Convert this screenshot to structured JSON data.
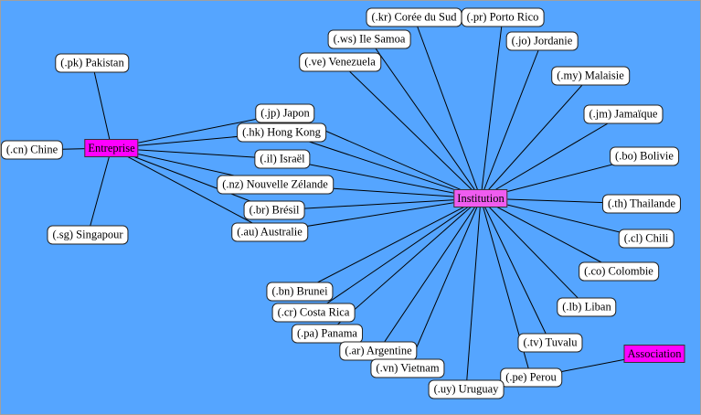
{
  "colors": {
    "background": "#55a5ff",
    "entreprise": "#ff00ff",
    "institution": "#f05cf0",
    "association": "#ff00ff",
    "edge": "#000000"
  },
  "hubs": [
    {
      "id": "entreprise",
      "label": "Entreprise"
    },
    {
      "id": "institution",
      "label": "Institution"
    },
    {
      "id": "association",
      "label": "Association"
    }
  ],
  "nodes": [
    {
      "id": "kr",
      "label": "(.kr) Corée du Sud",
      "hubs": [
        "institution"
      ]
    },
    {
      "id": "pr",
      "label": "(.pr) Porto Rico",
      "hubs": [
        "institution"
      ]
    },
    {
      "id": "ws",
      "label": "(.ws) Ile Samoa",
      "hubs": [
        "institution"
      ]
    },
    {
      "id": "jo",
      "label": "(.jo) Jordanie",
      "hubs": [
        "institution"
      ]
    },
    {
      "id": "ve",
      "label": "(.ve) Venezuela",
      "hubs": [
        "institution"
      ]
    },
    {
      "id": "my",
      "label": "(.my) Malaisie",
      "hubs": [
        "institution"
      ]
    },
    {
      "id": "jm",
      "label": "(.jm) Jamaïque",
      "hubs": [
        "institution"
      ]
    },
    {
      "id": "jp",
      "label": "(.jp) Japon",
      "hubs": [
        "entreprise",
        "institution"
      ]
    },
    {
      "id": "hk",
      "label": "(.hk) Hong Kong",
      "hubs": [
        "entreprise",
        "institution"
      ]
    },
    {
      "id": "bo",
      "label": "(.bo) Bolivie",
      "hubs": [
        "institution"
      ]
    },
    {
      "id": "il",
      "label": "(.il) Israël",
      "hubs": [
        "entreprise",
        "institution"
      ]
    },
    {
      "id": "nz",
      "label": "(.nz) Nouvelle Zélande",
      "hubs": [
        "entreprise",
        "institution"
      ]
    },
    {
      "id": "th",
      "label": "(.th) Thailande",
      "hubs": [
        "institution"
      ]
    },
    {
      "id": "br",
      "label": "(.br) Brésil",
      "hubs": [
        "entreprise",
        "institution"
      ]
    },
    {
      "id": "au",
      "label": "(.au) Australie",
      "hubs": [
        "entreprise",
        "institution"
      ]
    },
    {
      "id": "cl",
      "label": "(.cl) Chili",
      "hubs": [
        "institution"
      ]
    },
    {
      "id": "co",
      "label": "(.co) Colombie",
      "hubs": [
        "institution"
      ]
    },
    {
      "id": "bn",
      "label": "(.bn) Brunei",
      "hubs": [
        "institution"
      ]
    },
    {
      "id": "lb",
      "label": "(.lb) Liban",
      "hubs": [
        "institution"
      ]
    },
    {
      "id": "cr",
      "label": "(.cr) Costa Rica",
      "hubs": [
        "institution"
      ]
    },
    {
      "id": "pa",
      "label": "(.pa) Panama",
      "hubs": [
        "institution"
      ]
    },
    {
      "id": "tv",
      "label": "(.tv) Tuvalu",
      "hubs": [
        "institution"
      ]
    },
    {
      "id": "ar",
      "label": "(.ar) Argentine",
      "hubs": [
        "institution"
      ]
    },
    {
      "id": "vn",
      "label": "(.vn) Vietnam",
      "hubs": [
        "institution"
      ]
    },
    {
      "id": "pe",
      "label": "(.pe) Perou",
      "hubs": [
        "institution",
        "association"
      ]
    },
    {
      "id": "uy",
      "label": "(.uy) Uruguay",
      "hubs": [
        "institution"
      ]
    },
    {
      "id": "pk",
      "label": "(.pk) Pakistan",
      "hubs": [
        "entreprise"
      ]
    },
    {
      "id": "cn",
      "label": "(.cn) Chine",
      "hubs": [
        "entreprise"
      ]
    },
    {
      "id": "sg",
      "label": "(.sg) Singapour",
      "hubs": [
        "entreprise"
      ]
    }
  ]
}
